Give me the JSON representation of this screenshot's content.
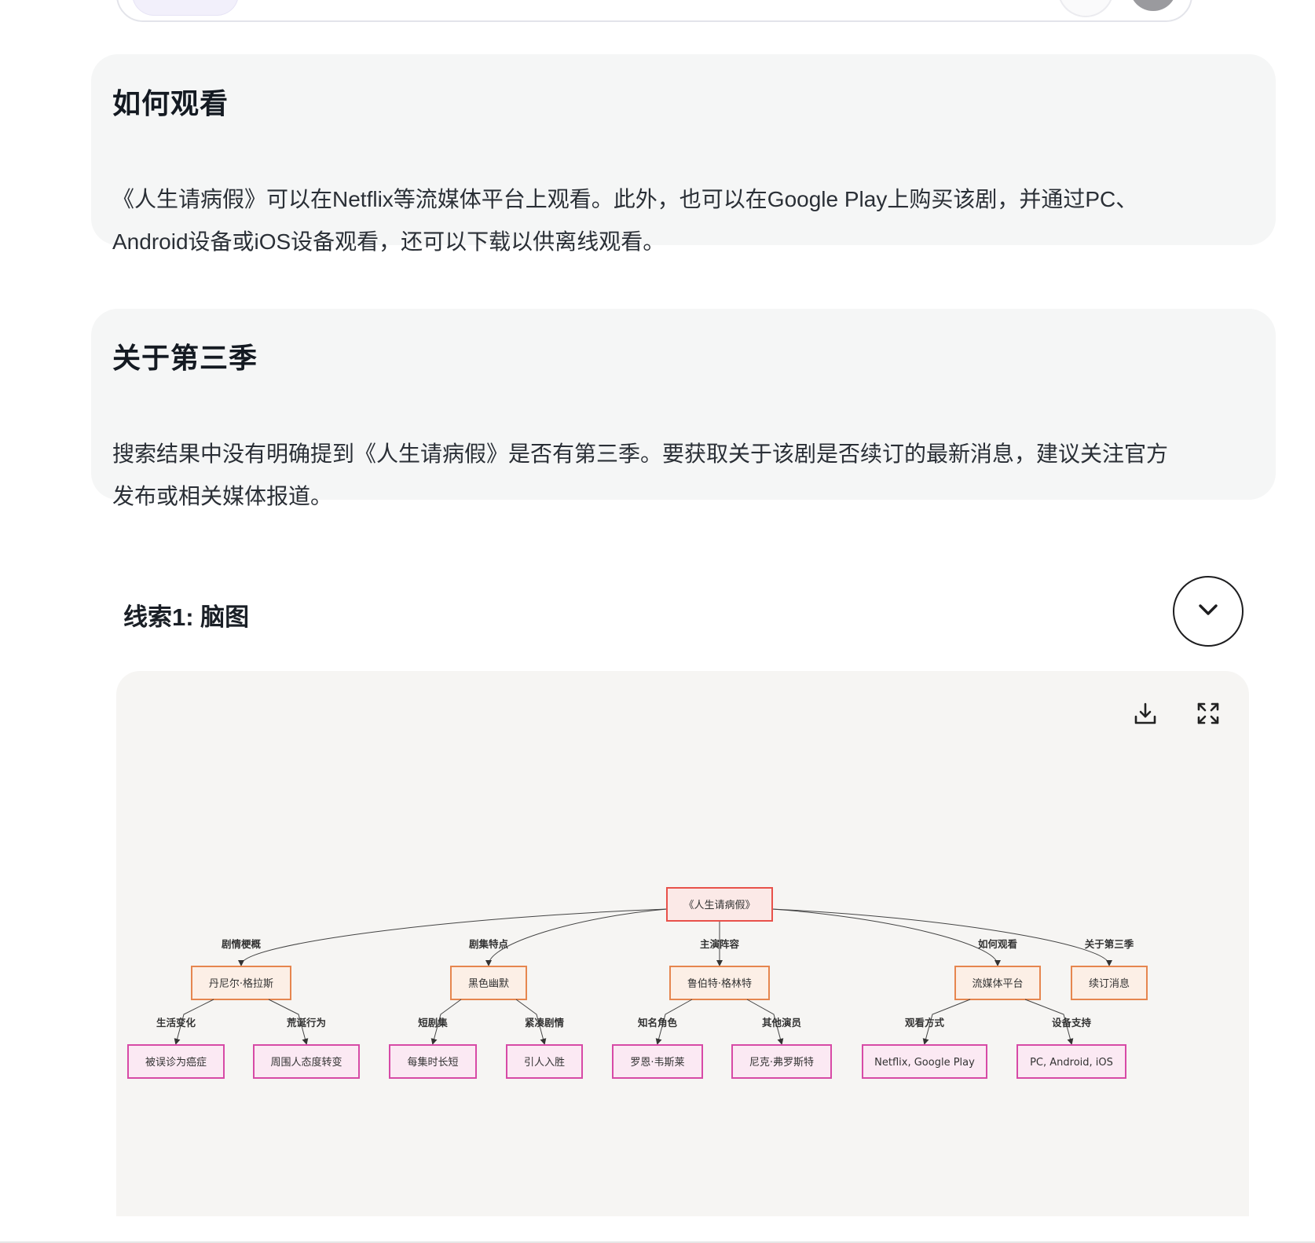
{
  "card_watch": {
    "title": "如何观看",
    "line1": "《人生请病假》可以在Netflix等流媒体平台上观看。此外，也可以在Google Play上购买该剧，并通过PC、",
    "line2": "Android设备或iOS设备观看，还可以下载以供离线观看。"
  },
  "card_season3": {
    "title": "关于第三季",
    "line1": "搜索结果中没有明确提到《人生请病假》是否有第三季。要获取关于该剧是否续订的最新消息，建议关注官方",
    "line2": "发布或相关媒体报道。"
  },
  "clue": {
    "title": "线索1: 脑图",
    "collapse_icon": "chevron-down-icon",
    "toolbar_icons": [
      "download-icon",
      "fullscreen-icon"
    ]
  },
  "mindmap": {
    "root": "《人生请病假》",
    "colors": {
      "root": "#e8514a",
      "level1": "#e6864f",
      "level2": "#d74aa6",
      "root_fill": "#fbe9e7",
      "level1_fill": "#fcefe6",
      "level2_fill": "#fbe9f3"
    },
    "branches": [
      {
        "edge": "剧情梗概",
        "node": "丹尼尔·格拉斯",
        "children": [
          {
            "edge": "生活变化",
            "node": "被误诊为癌症"
          },
          {
            "edge": "荒诞行为",
            "node": "周围人态度转变"
          }
        ]
      },
      {
        "edge": "剧集特点",
        "node": "黑色幽默",
        "children": [
          {
            "edge": "短剧集",
            "node": "每集时长短"
          },
          {
            "edge": "紧凑剧情",
            "node": "引人入胜"
          }
        ]
      },
      {
        "edge": "主演阵容",
        "node": "鲁伯特·格林特",
        "children": [
          {
            "edge": "知名角色",
            "node": "罗恩·韦斯莱"
          },
          {
            "edge": "其他演员",
            "node": "尼克·弗罗斯特"
          }
        ]
      },
      {
        "edge": "如何观看",
        "node": "流媒体平台",
        "children": [
          {
            "edge": "观看方式",
            "node": "Netflix, Google Play"
          },
          {
            "edge": "设备支持",
            "node": "PC, Android, iOS"
          }
        ]
      },
      {
        "edge": "关于第三季",
        "node": "续订消息",
        "children": []
      }
    ]
  }
}
